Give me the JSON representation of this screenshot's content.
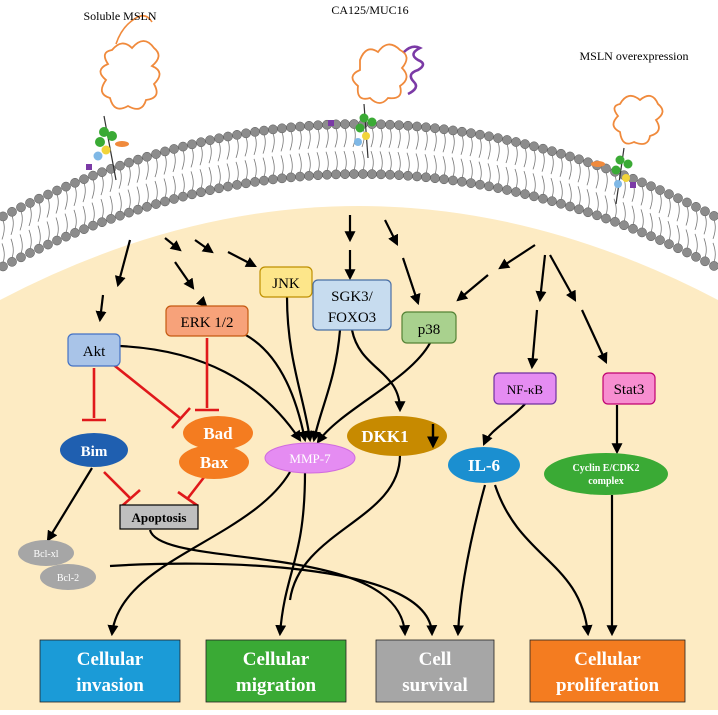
{
  "title_labels": {
    "soluble": "Soluble MSLN",
    "ca125": "CA125/MUC16",
    "overexpression": "MSLN overexpression"
  },
  "nodes": {
    "akt": "Akt",
    "erk": "ERK 1/2",
    "jnk": "JNK",
    "sgk3_line1": "SGK3/",
    "sgk3_line2": "FOXO3",
    "p38": "p38",
    "nfkb": "NF-κB",
    "stat3": "Stat3",
    "bim": "Bim",
    "bad": "Bad",
    "bax": "Bax",
    "mmp7": "MMP-7",
    "dkk1": "DKK1",
    "il6": "IL-6",
    "cyclin_line1": "Cyclin E/CDK2",
    "cyclin_line2": "complex",
    "apoptosis": "Apoptosis",
    "bclxl": "Bcl-xl",
    "bcl2": "Bcl-2"
  },
  "outcomes": [
    {
      "line1": "Cellular",
      "line2": "invasion",
      "color": "#1b9bd7"
    },
    {
      "line1": "Cellular",
      "line2": "migration",
      "color": "#3aaa35"
    },
    {
      "line1": "Cell",
      "line2": "survival",
      "color": "#a6a6a6"
    },
    {
      "line1": "Cellular",
      "line2": "proliferation",
      "color": "#f47c20"
    }
  ],
  "colors": {
    "cytoplasm": "#fdebc3",
    "membrane_head": "#8c8c8c",
    "inhibition": "#e0191b",
    "msln": "#f08a3c",
    "muc16": "#7b3aa6"
  }
}
